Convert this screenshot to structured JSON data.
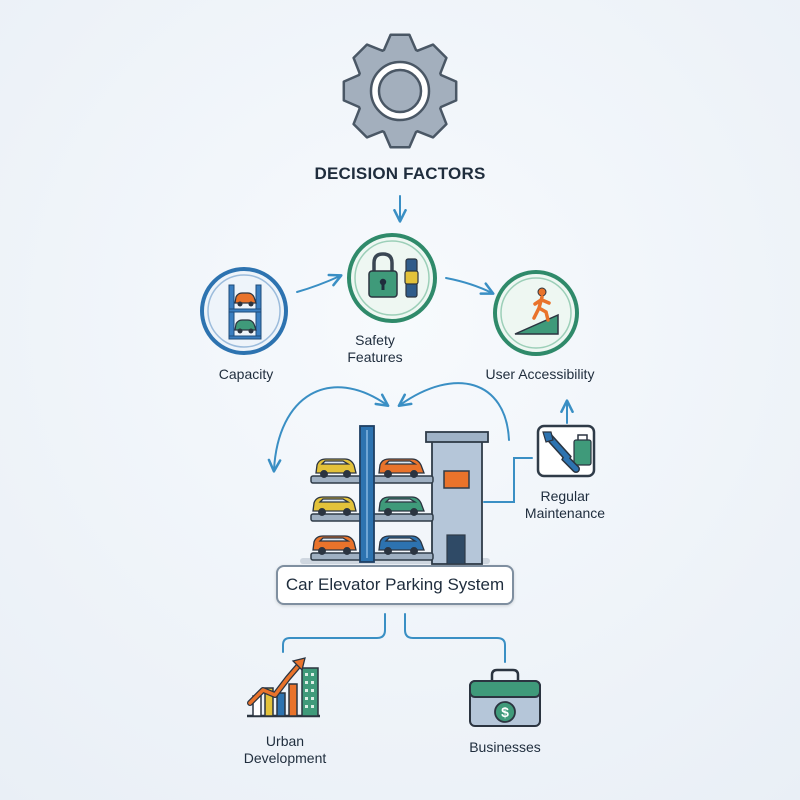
{
  "diagram": {
    "title": "DECISION FACTORS",
    "factors": {
      "capacity": "Capacity",
      "safety_line1": "Safety",
      "safety_line2": "Features",
      "user_accessibility": "User Accessibility",
      "maintenance_line1": "Regular",
      "maintenance_line2": "Maintenance"
    },
    "system_label": "Car Elevator Parking System",
    "outcomes": {
      "urban_line1": "Urban",
      "urban_line2": "Development",
      "businesses": "Businesses"
    },
    "currency_symbol": "$",
    "icons": [
      "gear-icon",
      "car-stack-icon",
      "lock-icon",
      "person-climbing-ramp-icon",
      "wrench-toolbox-icon",
      "parking-building-icon",
      "growth-chart-icon",
      "briefcase-money-icon"
    ],
    "colors": {
      "arrow": "#3a8fc4",
      "ring_blue": "#2d73b0",
      "ring_green": "#2f8a6a",
      "gear": "#a3afbd",
      "text": "#1f2d3d",
      "orange": "#e9732b",
      "yellow": "#e3c23a",
      "teal_green": "#3f9a7a"
    }
  }
}
